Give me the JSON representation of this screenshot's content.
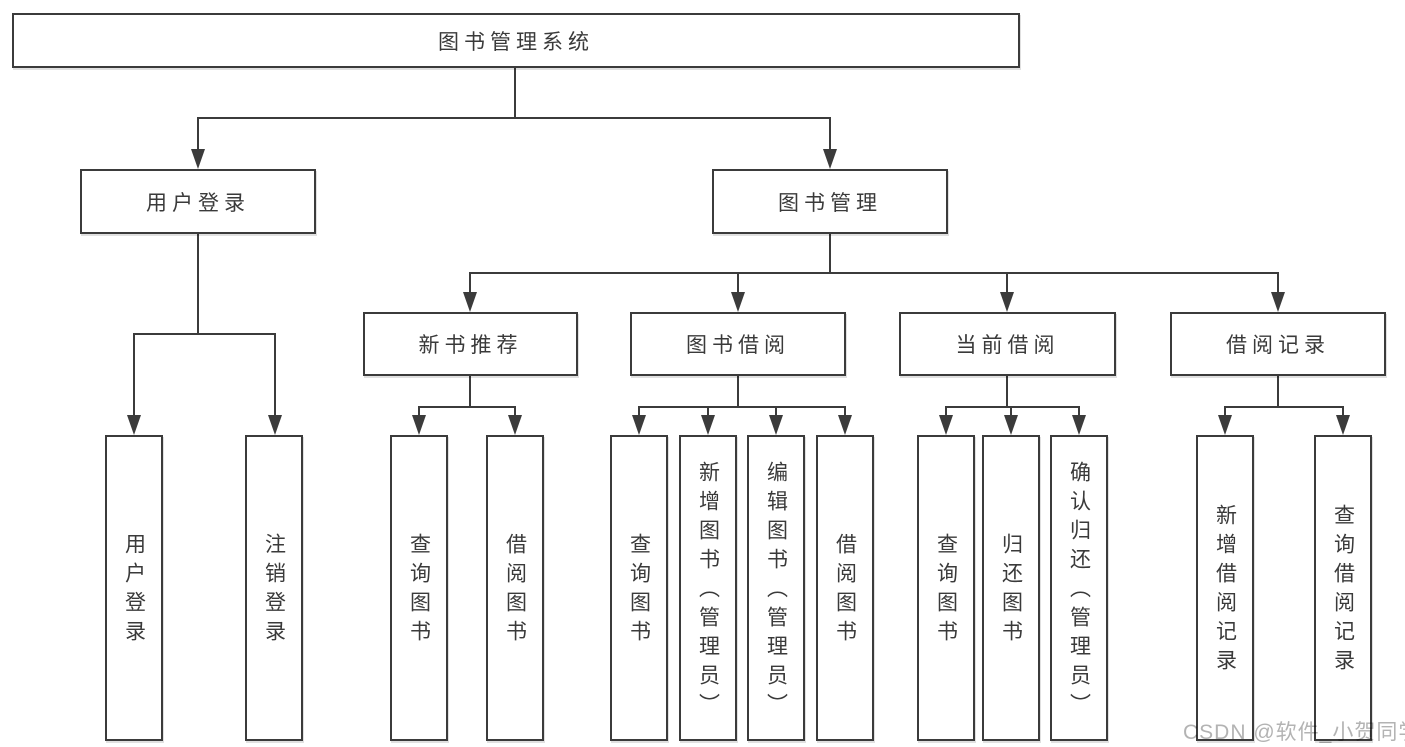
{
  "diagram": {
    "root": "图书管理系统",
    "branches": [
      {
        "label": "用户登录",
        "children": [
          "用户登录",
          "注销登录"
        ]
      },
      {
        "label": "图书管理",
        "groups": [
          {
            "label": "新书推荐",
            "children": [
              "查询图书",
              "借阅图书"
            ]
          },
          {
            "label": "图书借阅",
            "children": [
              "查询图书",
              "新增图书（管理员）",
              "编辑图书（管理员）",
              "借阅图书"
            ]
          },
          {
            "label": "当前借阅",
            "children": [
              "查询图书",
              "归还图书",
              "确认归还（管理员）"
            ]
          },
          {
            "label": "借阅记录",
            "children": [
              "新增借阅记录",
              "查询借阅记录"
            ]
          }
        ]
      }
    ]
  },
  "watermark": "CSDN @软件_小贺同学",
  "colors": {
    "line": "#3b3b3b",
    "text": "#3a3a3a",
    "watermark": "#b3b3b3",
    "background": "#ffffff"
  }
}
